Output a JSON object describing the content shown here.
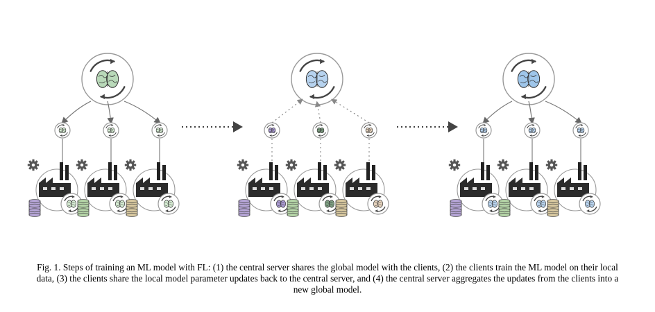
{
  "caption": "Fig. 1. Steps of training an ML model with FL: (1) the central server shares the global model with the clients, (2) the clients train the ML model on their local data, (3) the clients share the local model parameter updates back to the central server, and (4) the central server aggregates the updates from the clients into a new global model.",
  "stages": [
    {
      "server_brain_color": "#b9d9b9",
      "link_style": "solid",
      "clients": [
        {
          "model_color": "#d6ecd3",
          "data_color": "#b7a6d8"
        },
        {
          "model_color": "#d6ecd3",
          "data_color": "#b6d6a8"
        },
        {
          "model_color": "#d6ecd3",
          "data_color": "#d9c9a0"
        }
      ]
    },
    {
      "server_brain_color": "#b7d3ef",
      "link_style": "dotted",
      "clients": [
        {
          "model_color": "#a99ad1",
          "data_color": "#b7a6d8"
        },
        {
          "model_color": "#7e9f82",
          "data_color": "#b6d6a8"
        },
        {
          "model_color": "#e6d3bd",
          "data_color": "#d9c9a0"
        }
      ]
    },
    {
      "server_brain_color": "#9fc6ea",
      "link_style": "solid",
      "clients": [
        {
          "model_color": "#b9d4ef",
          "data_color": "#b7a6d8"
        },
        {
          "model_color": "#b9d4ef",
          "data_color": "#b6d6a8"
        },
        {
          "model_color": "#b9d4ef",
          "data_color": "#d9c9a0"
        }
      ]
    }
  ],
  "transitions": [
    "dotted-arrow-right",
    "dotted-arrow-right"
  ],
  "icons": [
    "brain-icon",
    "refresh-icon",
    "factory-icon",
    "gear-icon",
    "database-icon"
  ]
}
